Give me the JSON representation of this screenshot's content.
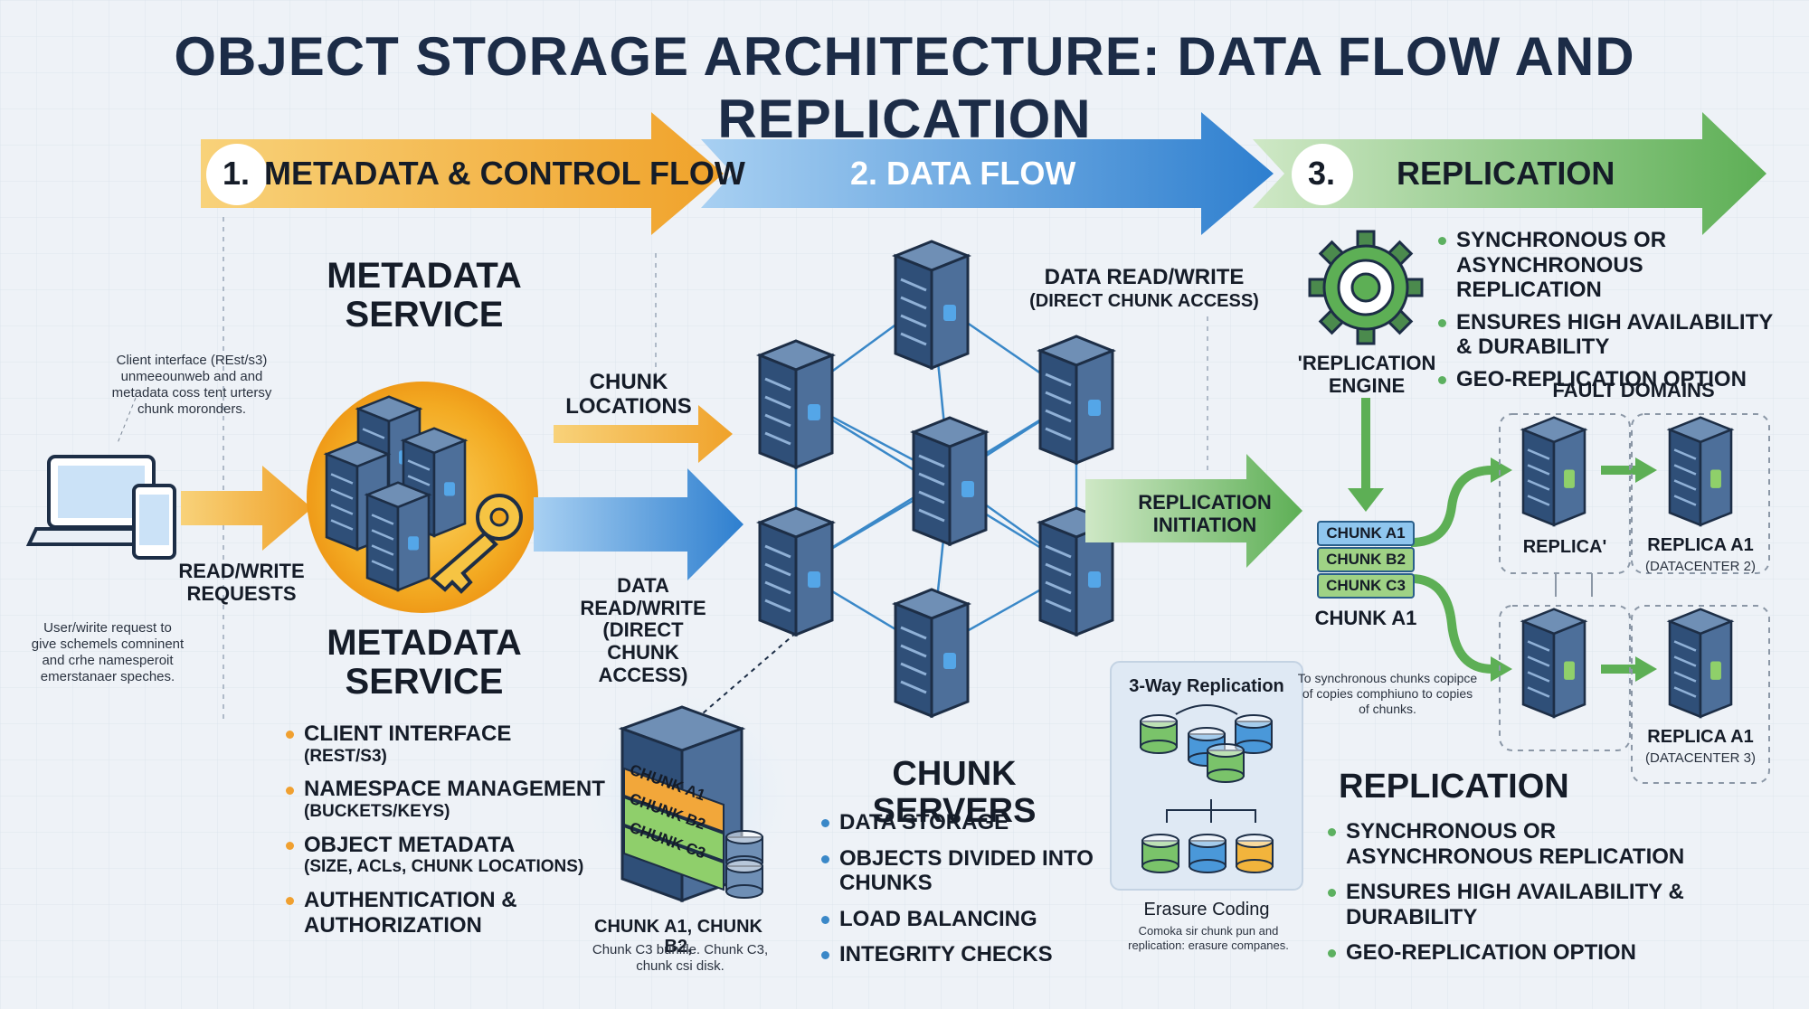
{
  "title": "OBJECT STORAGE ARCHITECTURE: DATA FLOW AND REPLICATION",
  "stages": [
    {
      "number": "1.",
      "label": "METADATA & CONTROL FLOW",
      "color": "#f3b533"
    },
    {
      "number": "",
      "label": "2. DATA FLOW",
      "color": "#3f8fd3"
    },
    {
      "number": "3.",
      "label": "REPLICATION",
      "color": "#69b964"
    }
  ],
  "client": {
    "note_top": "Client interface (REst/s3) unmeeounweb and and metadata coss tent urtersy chunk moronders.",
    "note_bottom": "User/wirite request to give schemels comninent and crhe namesperoit emerstanaer speches.",
    "requests_label": "READ/WRITE REQUESTS"
  },
  "metadata_service": {
    "title_top": "METADATA SERVICE",
    "title_bottom": "METADATA SERVICE",
    "features": [
      {
        "main": "CLIENT INTERFACE",
        "sub": "(REST/S3)"
      },
      {
        "main": "NAMESPACE MANAGEMENT",
        "sub": "(BUCKETS/KEYS)"
      },
      {
        "main": "OBJECT METADATA",
        "sub": "(SIZE, ACLs, CHUNK LOCATIONS)"
      },
      {
        "main": "AUTHENTICATION &",
        "sub": "AUTHORIZATION"
      }
    ]
  },
  "flow_labels": {
    "chunk_locations": "CHUNK LOCATIONS",
    "data_rw_left": "DATA READ/WRITE (DIRECT CHUNK ACCESS)",
    "data_rw_top": "DATA READ/WRITE",
    "data_rw_top_sub": "(DIRECT CHUNK ACCESS)",
    "replication_initiation": "REPLICATION INITIATION"
  },
  "chunk_detail": {
    "chunks": [
      "CHUNK A1",
      "CHUNK B2",
      "CHUNK C3"
    ],
    "caption_main": "CHUNK A1, CHUNK B2,",
    "caption_sub": "Chunk C3 bunifle. Chunk C3, chunk csi disk."
  },
  "chunk_servers": {
    "title": "CHUNK SERVERS",
    "features": [
      "DATA STORAGE",
      "OBJECTS DIVIDED INTO CHUNKS",
      "LOAD BALANCING",
      "INTEGRITY CHECKS"
    ]
  },
  "replication_box": {
    "title": "3-Way Replication",
    "erasure_title": "Erasure Coding",
    "erasure_note": "Comoka sir chunk pun and replication: erasure companes."
  },
  "replication_engine": {
    "label": "'REPLICATION ENGINE",
    "features": [
      "SYNCHRONOUS OR ASYNCHRONOUS REPLICATION",
      "ENSURES HIGH AVAILABILITY & DURABILITY",
      "GEO-REPLICATION OPTION"
    ]
  },
  "chunk_stack": {
    "chunks": [
      "CHUNK A1",
      "CHUNK B2",
      "CHUNK C3"
    ],
    "caption": "CHUNK A1"
  },
  "fault_domains": {
    "title": "FAULT DOMAINS",
    "replica_label": "REPLICA'",
    "replica_dc2": "REPLICA A1",
    "replica_dc2_sub": "(DATACENTER 2)",
    "replica_dc3": "REPLICA A1",
    "replica_dc3_sub": "(DATACENTER 3)",
    "sync_note": "To synchronous chunks copipce of copies comphiuno to copies of chunks."
  },
  "replication_summary": {
    "title": "REPLICATION",
    "features": [
      "SYNCHRONOUS OR ASYNCHRONOUS REPLICATION",
      "ENSURES HIGH AVAILABILITY & DURABILITY",
      "GEO-REPLICATION OPTION"
    ]
  },
  "colors": {
    "orange": "#f3b533",
    "blue": "#3f8fd3",
    "green": "#69b964",
    "server": "#3d5f86",
    "title": "#1c2c47"
  }
}
